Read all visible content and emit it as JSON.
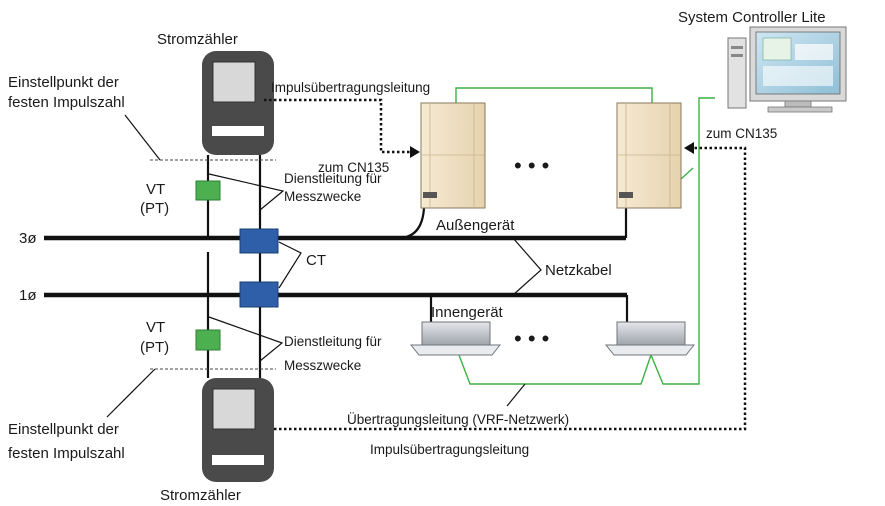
{
  "labels": {
    "meter_top": "Stromzähler",
    "meter_bottom": "Stromzähler",
    "controller": "System Controller Lite",
    "setpoint_top_l1": "Einstellpunkt der",
    "setpoint_top_l2": "festen Impulszahl",
    "setpoint_bottom_l1": "Einstellpunkt der",
    "setpoint_bottom_l2": "festen Impulszahl",
    "pulse_line_top": "Impulsübertragungsleitung",
    "pulse_line_bottom": "Impulsübertragungsleitung",
    "cn135_left": "zum CN135",
    "cn135_right": "zum CN135",
    "vt_top_l1": "VT",
    "vt_top_l2": "(PT)",
    "vt_bottom_l1": "VT",
    "vt_bottom_l2": "(PT)",
    "service_top_l1": "Dienstleitung für",
    "service_top_l2": "Messzwecke",
    "service_bottom_l1": "Dienstleitung für",
    "service_bottom_l2": "Messzwecke",
    "phase3": "3ø",
    "phase1": "1ø",
    "ct": "CT",
    "outdoor_unit": "Außengerät",
    "indoor_unit": "Innengerät",
    "power_cable": "Netzkabel",
    "vrf_network": "Übertragungsleitung (VRF-Netzwerk)",
    "dots_top": "• • •",
    "dots_bottom": "• • •"
  },
  "colors": {
    "meter_body": "#4a4a4a",
    "meter_screen": "#d8d8d8",
    "vt_green": "#4caf50",
    "ct_blue": "#2e5fa8",
    "network_green": "#3cb043",
    "outdoor_unit": "#f1e2c6",
    "indoor_unit": "#c9ccd1"
  },
  "icons": [
    "electricity-meter-icon",
    "pc-monitor-icon",
    "outdoor-unit-icon",
    "indoor-cassette-unit-icon"
  ]
}
